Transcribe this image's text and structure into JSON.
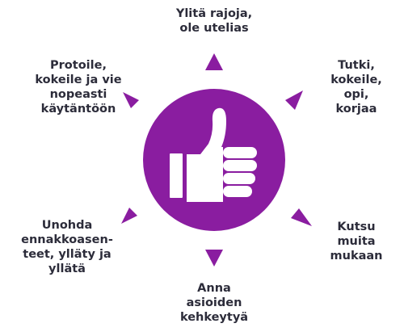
{
  "colors": {
    "accent": "#8a1da0",
    "text": "#2c2c3a",
    "background": "#ffffff"
  },
  "center_icon": "thumbs-up-icon",
  "labels": {
    "top": [
      "Ylitä rajoja,",
      "ole utelias"
    ],
    "top_right": [
      "Tutki,",
      "kokeile,",
      "opi,",
      "korjaa"
    ],
    "right": [
      "Kutsu",
      "muita",
      "mukaan"
    ],
    "bottom": [
      "Anna",
      "asioiden",
      "kehkeytyä"
    ],
    "left": [
      "Unohda",
      "ennakkoasen-",
      "teet, ylläty ja",
      "yllätä"
    ],
    "top_left": [
      "Protoile,",
      "kokeile ja vie",
      "nopeasti",
      "käytäntöön"
    ]
  }
}
